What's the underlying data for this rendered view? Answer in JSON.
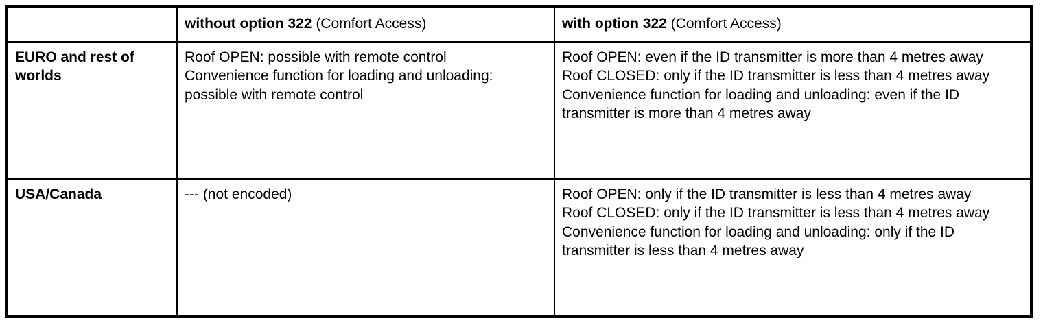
{
  "table": {
    "columns": [
      {
        "key": "market",
        "header_strong": "",
        "header_rest": ""
      },
      {
        "key": "without_322",
        "header_strong": "without option 322",
        "header_rest": " (Comfort Access)"
      },
      {
        "key": "with_322",
        "header_strong": "with option 322",
        "header_rest": " (Comfort Access)"
      }
    ],
    "rows": [
      {
        "label": "EURO and rest of worlds",
        "without_322": [
          "Roof OPEN: possible with remote control",
          "Convenience function for loading and unloading: possible with remote control"
        ],
        "with_322": [
          "Roof OPEN: even if the ID transmitter is more than 4 metres away",
          "Roof CLOSED: only if the ID transmitter is less than 4 metres away",
          "Convenience function for loading and unloading: even if the ID transmitter is more than 4 metres away"
        ]
      },
      {
        "label": "USA/Canada",
        "without_322": [
          "--- (not encoded)"
        ],
        "with_322": [
          "Roof OPEN: only if the ID transmitter is less than 4 metres away",
          "Roof CLOSED: only if the ID transmitter is less than 4 metres away",
          "Convenience function for loading and unloading: only if the ID transmitter is less than 4 metres away"
        ]
      }
    ]
  },
  "colors": {
    "border": "#000000",
    "text": "#000000",
    "background": "#ffffff"
  }
}
